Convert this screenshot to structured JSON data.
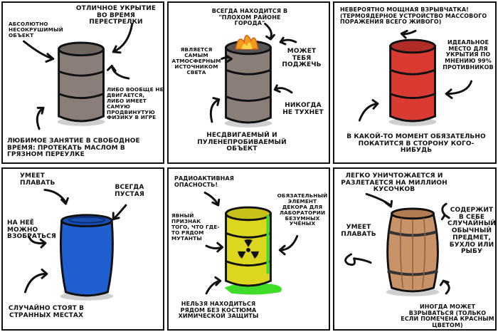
{
  "colors": {
    "gray_barrel": "#8a7f78",
    "red_barrel": "#d93b33",
    "blue_barrel": "#1f5fd0",
    "yellow_barrel": "#dcd61e",
    "wood_barrel": "#c9936a",
    "toxic_green": "#3fdc2a",
    "fire": "#f29a1d",
    "ink": "#111111"
  },
  "panels": [
    {
      "labels": {
        "shelter": "ОТЛИЧНОЕ УКРЫТИЕ ВО ВРЕМЯ ПЕРЕСТРЕЛКИ",
        "indestructible": "АБСОЛЮТНО НЕСОКРУШИМЫЙ ОБЪЕКТ",
        "physics": "ЛИБО ВООБЩЕ НЕ ДВИГАЕТСЯ, ЛИБО ИМЕЕТ САМУЮ ПРОДВИНУТУЮ ФИЗИКУ В ИГРЕ",
        "hobby": "ЛЮБИМОЕ ЗАНЯТИЕ В СВОБОДНОЕ ВРЕМЯ: ПРОТЕКАТЬ МАСЛОМ В ГРЯЗНОМ ПЕРЕУЛКЕ"
      }
    },
    {
      "labels": {
        "bad_area": "ВСЕГДА НАХОДИТСЯ В \"ПЛОХОМ РАЙОНЕ ГОРОДА\"",
        "light": "ЯВЛЯЕТСЯ САМЫМ АТМОСФЕРНЫМ ИСТОЧНИКОМ СВЕТА",
        "burn": "МОЖЕТ ТЕБЯ ПОДЖЕЧЬ",
        "never_out": "НИКОГДА НЕ ТУХНЕТ",
        "immovable": "НЕСДВИГАЕМЫЙ И ПУЛЕНЕПРОБИВАЕМЫЙ ОБЪЕКТ"
      }
    },
    {
      "labels": {
        "explosive": "НЕВЕРОЯТНО МОЩНАЯ ВЗРЫВЧАТКА! (ТЕРМОЯДЕРНОЕ УСТРОЙСТВО МАССОВОГО ПОРАЖЕНИЯ ВСЕГО ЖИВОГО)",
        "ideal": "ИДЕАЛЬНОЕ МЕСТО ДЛЯ УКРЫТИЯ ПО МНЕНИЮ 99% ПРОТИВНИКОВ",
        "roll": "В КАКОЙ-ТО МОМЕНТ ОБЯЗАТЕЛЬНО ПОКАТИТСЯ В СТОРОНУ КОГО-НИБУДЬ"
      }
    },
    {
      "labels": {
        "swim": "УМЕЕТ ПЛАВАТЬ",
        "empty": "ВСЕГДА ПУСТАЯ",
        "climb": "НА НЕЁ МОЖНО ВЗОБРАТЬСЯ",
        "random": "СЛУЧАЙНО СТОЯТ В СТРАННЫХ МЕСТАХ"
      }
    },
    {
      "labels": {
        "radioactive": "РАДИОАКТИВНАЯ ОПАСНОСТЬ!",
        "decor": "ОБЯЗАТЕЛЬНЫЙ ЭЛЕМЕНТ ДЕКОРА ДЛЯ ЛАБОРАТОРИИ БЕЗУМНЫХ УЧЁНЫХ",
        "mutants": "ЯВНЫЙ ПРИЗНАК ТОГО, ЧТО ГДЕ-ТО РЯДОМ МУТАНТЫ",
        "suit": "НЕЛЬЗЯ НАХОДИТЬСЯ РЯДОМ БЕЗ КОСТЮМА ХИМИЧЕСКОЙ ЗАЩИТЫ"
      }
    },
    {
      "labels": {
        "breaks": "ЛЕГКО УНИЧТОЖАЕТСЯ И РАЗЛЕТАЕТСЯ НА МИЛЛИОН КУСОЧКОВ",
        "swim": "УМЕЕТ ПЛАВАТЬ",
        "contains": "СОДЕРЖИТ В СЕБЕ СЛУЧАЙНЫЙ ОБЫЧНЫЙ ПРЕДМЕТ, БУХЛО ИЛИ РЫБУ",
        "explodes": "ИНОГДА МОЖЕТ ВЗРЫВАТЬСЯ (ТОЛЬКО ЕСЛИ ПОМЕЧЕНА КРАСНЫМ ЦВЕТОМ)"
      }
    }
  ]
}
